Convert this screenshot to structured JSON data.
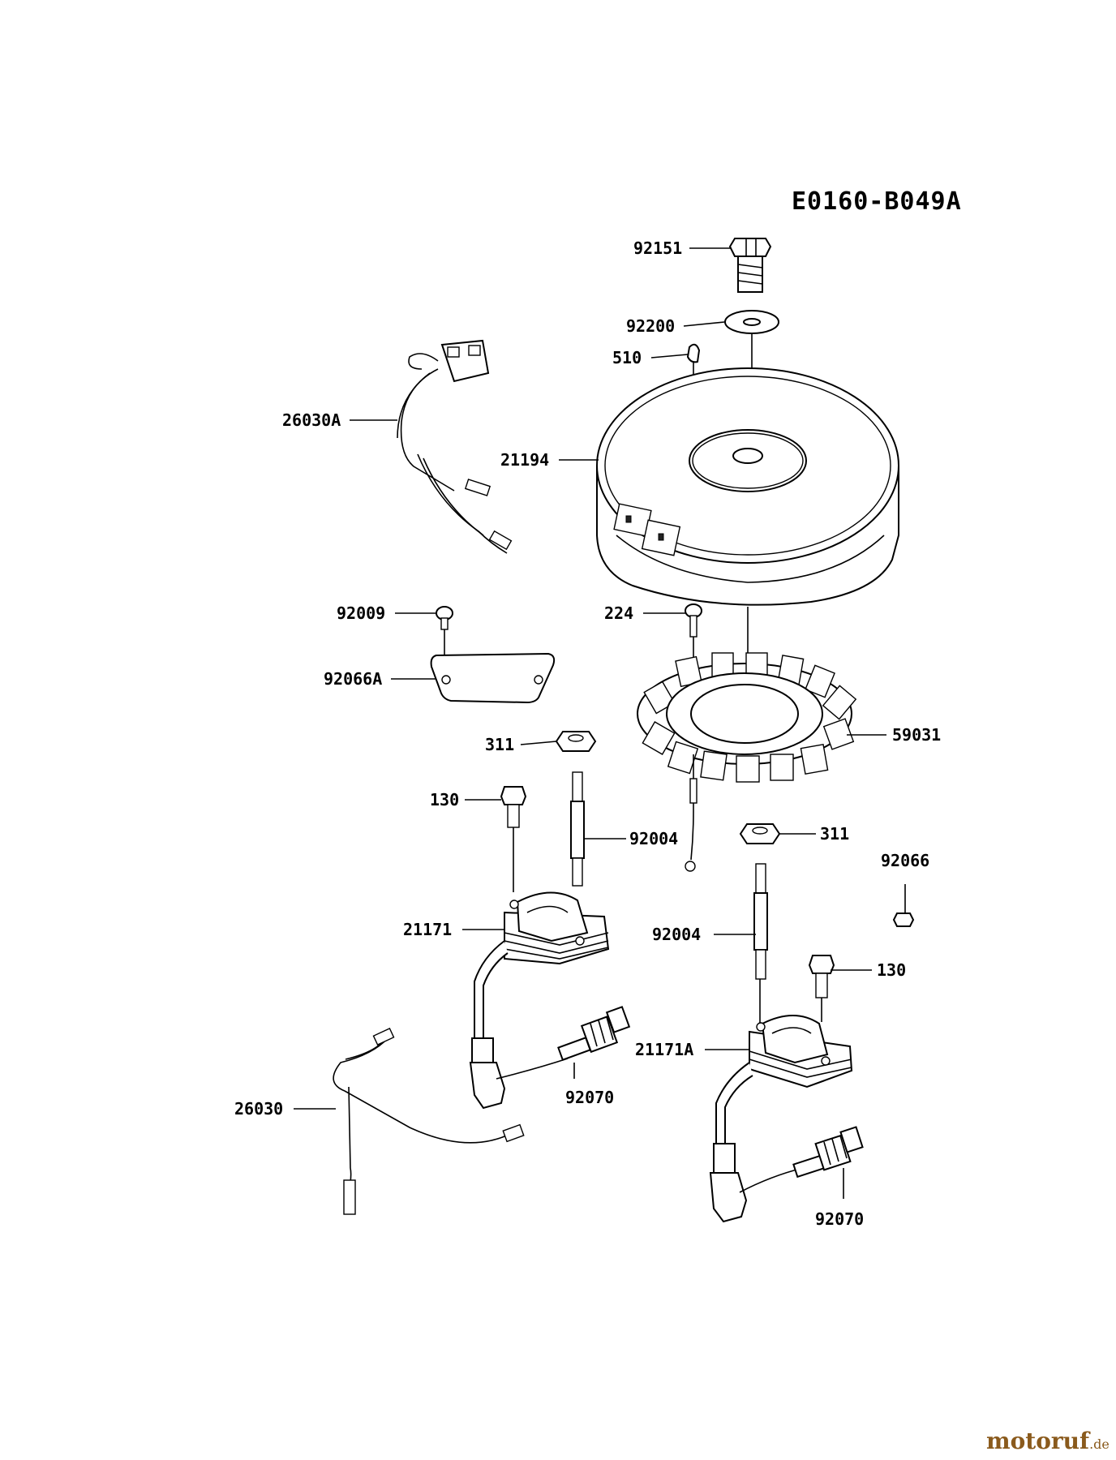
{
  "diagram_code": "E0160-B049A",
  "parts": [
    {
      "id": "p-92151",
      "number": "92151",
      "name": "bolt"
    },
    {
      "id": "p-92200",
      "number": "92200",
      "name": "washer"
    },
    {
      "id": "p-510",
      "number": "510",
      "name": "key"
    },
    {
      "id": "p-26030A",
      "number": "26030A",
      "name": "lead-wire-switch"
    },
    {
      "id": "p-21194",
      "number": "21194",
      "name": "flywheel"
    },
    {
      "id": "p-92009",
      "number": "92009",
      "name": "screw"
    },
    {
      "id": "p-224",
      "number": "224",
      "name": "screw"
    },
    {
      "id": "p-92066A",
      "number": "92066A",
      "name": "plate"
    },
    {
      "id": "p-59031",
      "number": "59031",
      "name": "stator"
    },
    {
      "id": "p-311-a",
      "number": "311",
      "name": "nut"
    },
    {
      "id": "p-130-a",
      "number": "130",
      "name": "bolt"
    },
    {
      "id": "p-92004-a",
      "number": "92004",
      "name": "stud"
    },
    {
      "id": "p-311-b",
      "number": "311",
      "name": "nut"
    },
    {
      "id": "p-92066",
      "number": "92066",
      "name": "plug"
    },
    {
      "id": "p-21171",
      "number": "21171",
      "name": "ignition-coil"
    },
    {
      "id": "p-92004-b",
      "number": "92004",
      "name": "stud"
    },
    {
      "id": "p-130-b",
      "number": "130",
      "name": "bolt"
    },
    {
      "id": "p-21171A",
      "number": "21171A",
      "name": "ignition-coil"
    },
    {
      "id": "p-92070-a",
      "number": "92070",
      "name": "spark-plug"
    },
    {
      "id": "p-26030",
      "number": "26030",
      "name": "lead-wire"
    },
    {
      "id": "p-92070-b",
      "number": "92070",
      "name": "spark-plug"
    }
  ],
  "watermark": {
    "brand": "motoruf",
    "suffix": ".de"
  },
  "colors": {
    "ink": "#000000",
    "watermark": "#8a5a1c",
    "background": "#ffffff"
  }
}
